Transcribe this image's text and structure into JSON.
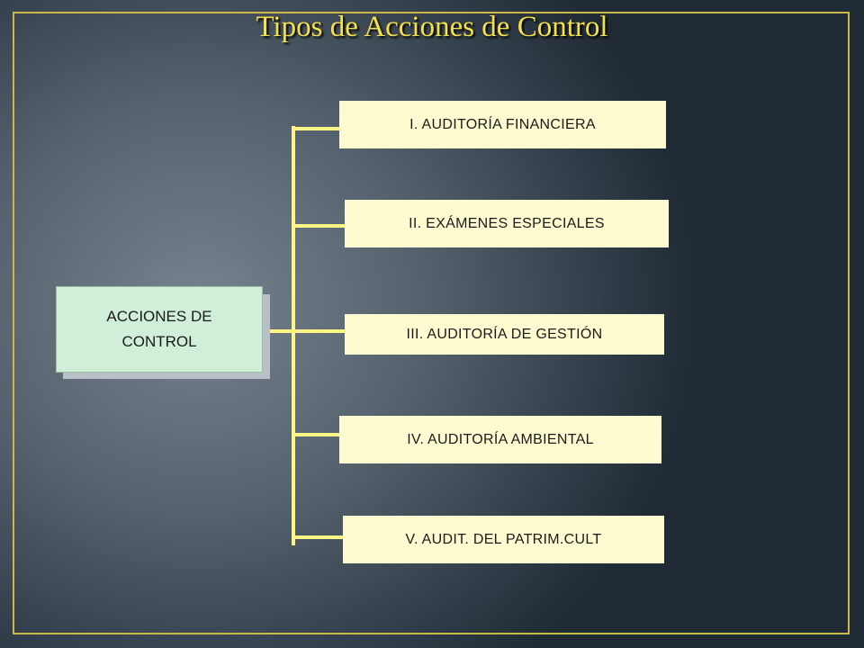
{
  "title": "Tipos de Acciones de Control",
  "colors": {
    "title": "#f4e14a",
    "frame": "#c9b84a",
    "connector": "#fff585",
    "root_fill": "#cfefd9",
    "child_fill": "#fffbd0"
  },
  "diagram": {
    "root": {
      "label": "ACCIONES DE CONTROL"
    },
    "children": [
      {
        "label": "I. AUDITORÍA FINANCIERA"
      },
      {
        "label": "II. EXÁMENES ESPECIALES"
      },
      {
        "label": "III. AUDITORÍA DE GESTIÓN"
      },
      {
        "label": "IV. AUDITORÍA AMBIENTAL"
      },
      {
        "label": "V. AUDIT. DEL PATRIM.CULT"
      }
    ]
  }
}
